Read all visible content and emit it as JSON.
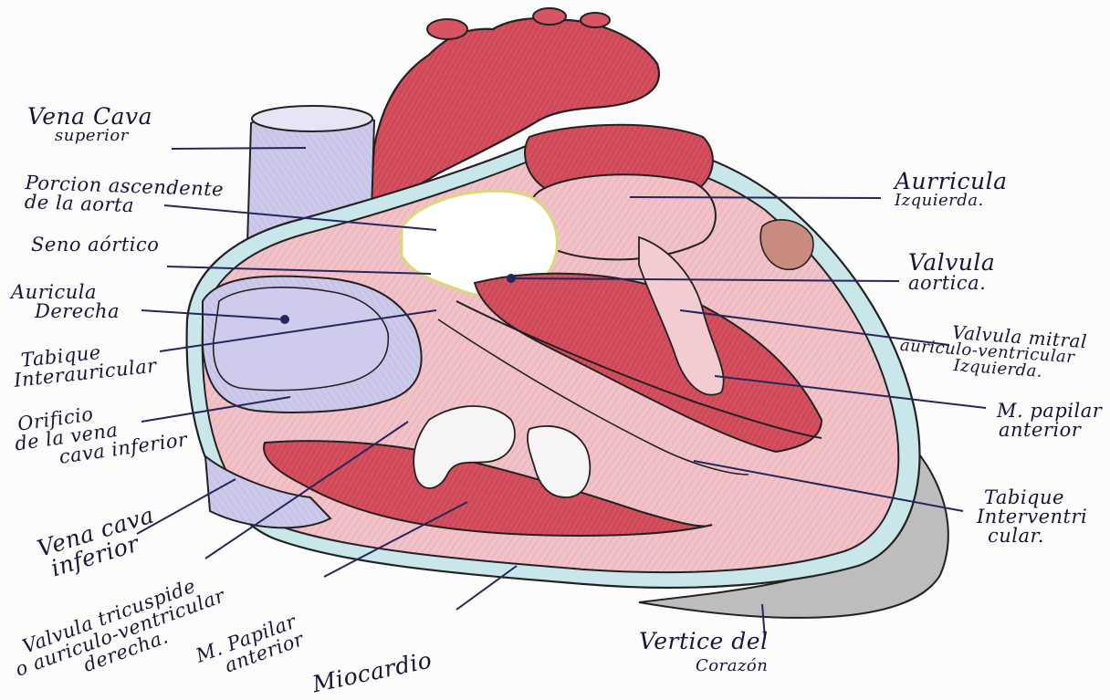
{
  "labels": {
    "vena_cava_superior": [
      "Vena Cava",
      "superior"
    ],
    "porcion_ascendente": [
      "Porcion ascendente",
      "de la aorta"
    ],
    "seno_aortico": [
      "Seno aórtico"
    ],
    "auricula_derecha": [
      "Auricula",
      "Derecha"
    ],
    "tabique_interauricular": [
      "Tabique",
      "Interauricular"
    ],
    "orificio_vena_cava": [
      "Orificio",
      "de la vena",
      "cava inferior"
    ],
    "vena_cava_inferior": [
      "Vena cava",
      "inferior"
    ],
    "valvula_tricuspide": [
      "Valvula tricuspide",
      "o auriculo-ventricular",
      "derecha."
    ],
    "m_papilar_anterior_left": [
      "M. Papilar",
      "anterior"
    ],
    "miocardio": [
      "Miocardio"
    ],
    "vertice_corazon": [
      "Vertice del",
      "Corazón"
    ],
    "tabique_interventricular": [
      "Tabique",
      "Interventri",
      "cular."
    ],
    "m_papilar_anterior_right": [
      "M. papilar",
      "anterior"
    ],
    "valvula_mitral": [
      "Valvula mitral",
      "auriculo-ventricular",
      "Izquierda."
    ],
    "valvula_aortica": [
      "Valvula",
      "aortica."
    ],
    "auricula_izquierda": [
      "Aurricula",
      "Izquierda."
    ]
  },
  "colors": {
    "ink": "#16163a",
    "leader": "#26265e",
    "red": "#d04a5a",
    "pink": "#f2bcc2",
    "light_pink": "#f7d8dc",
    "lavender": "#cac7e8",
    "light_blue": "#c9e6ea",
    "gray": "#b9b9b9"
  }
}
